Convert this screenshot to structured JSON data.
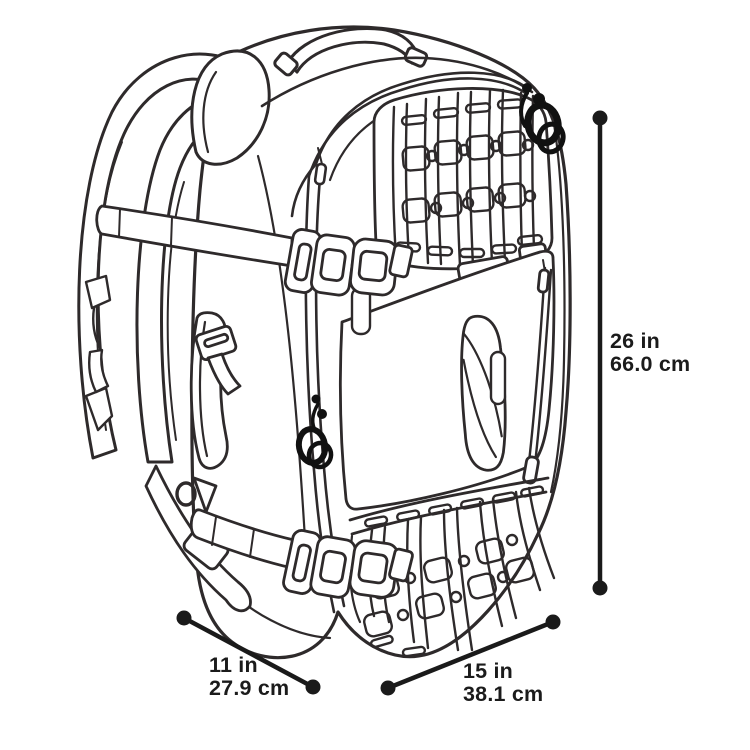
{
  "title": "Backpack dimensions diagram",
  "illustration": {
    "subject": "travel backpack line drawing, three-quarter view with MOLLE panels, compression straps and carabiner clips",
    "colors": {
      "line": "#2e2a2b",
      "fill": "#ffffff",
      "hardware": "#111111",
      "dimension": "#1a1a1a",
      "text": "#1b1b1b"
    }
  },
  "dimensions": {
    "height": {
      "inches": "26 in",
      "centimeters": "66.0 cm"
    },
    "depth": {
      "inches": "11 in",
      "centimeters": "27.9 cm"
    },
    "width": {
      "inches": "15 in",
      "centimeters": "38.1 cm"
    }
  }
}
